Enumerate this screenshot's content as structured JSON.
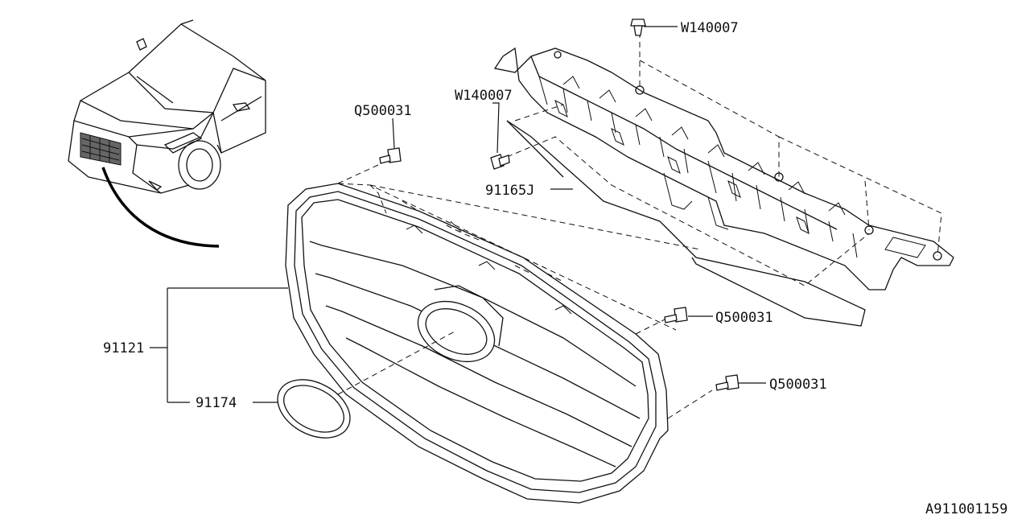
{
  "diagram": {
    "drawing_id": "A911001159",
    "callouts": {
      "w140007_top": "W140007",
      "w140007_left": "W140007",
      "q500031_top": "Q500031",
      "q500031_mid": "Q500031",
      "q500031_low": "Q500031",
      "p91165j": "91165J",
      "p91121": "91121",
      "p91174": "91174"
    }
  }
}
